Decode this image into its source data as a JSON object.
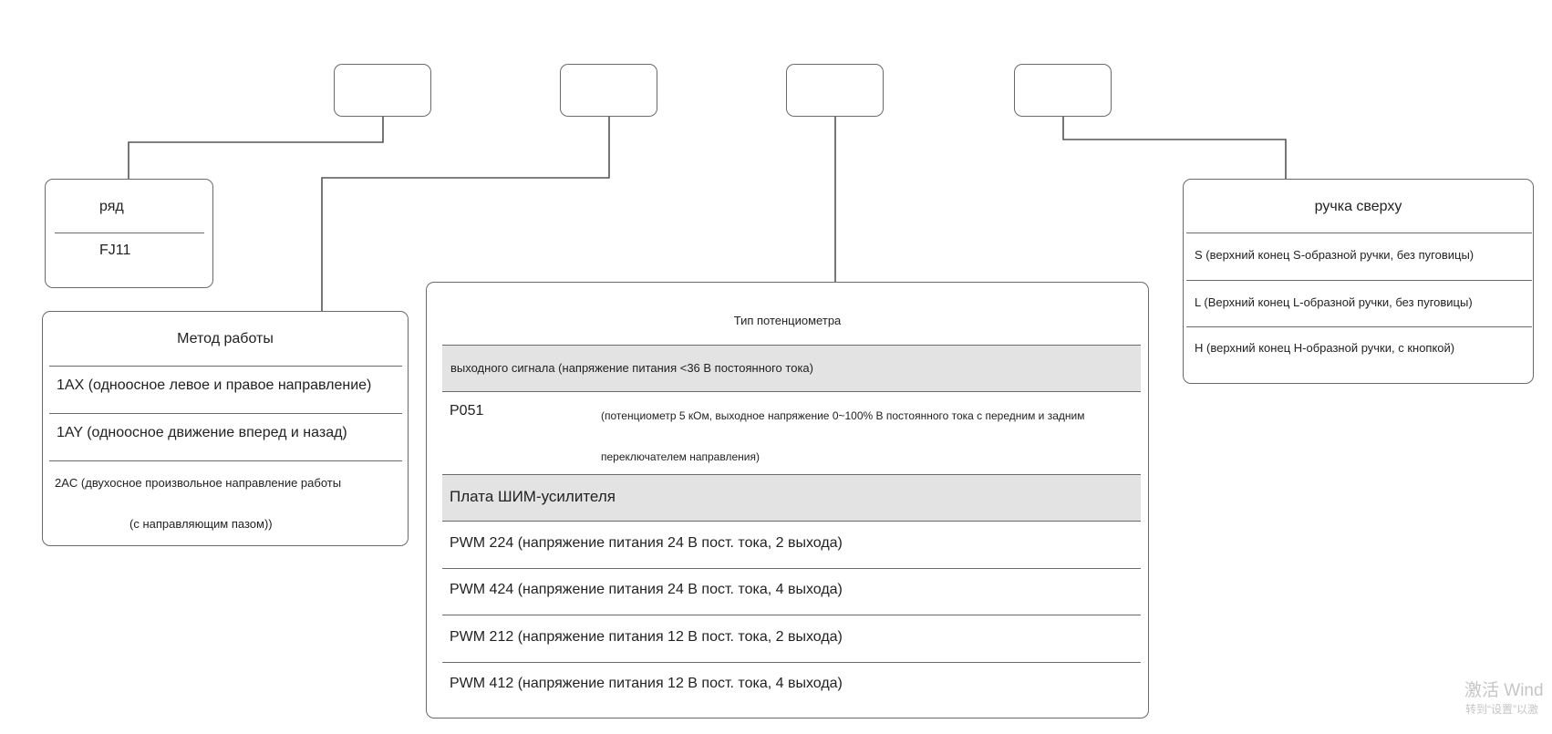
{
  "series_card": {
    "title": "ряд",
    "value": "FJ11"
  },
  "method_card": {
    "title": "Метод работы",
    "options": [
      "1AX (одноосное левое и правое направление)",
      "1AY (одноосное движение вперед и назад)"
    ],
    "option_2ac_line1": "2AC (двухосное произвольное направление работы",
    "option_2ac_line2": "(с направляющим пазом))"
  },
  "pot_card": {
    "title": "Тип потенциометра",
    "output_header": "выходного сигнала (напряжение питания <36 В постоянного тока)",
    "p051_code": "P051",
    "p051_desc_line1": "(потенциометр 5 кОм, выходное напряжение 0~100% В постоянного тока с передним и задним",
    "p051_desc_line2": "переключателем направления)",
    "pwm_header": "Плата ШИМ-усилителя",
    "pwm_options": [
      "PWM 224 (напряжение питания 24 В пост. тока, 2 выхода)",
      "PWM 424 (напряжение питания 24 В пост. тока, 4 выхода)",
      "PWM 212 (напряжение питания 12 В пост. тока, 2 выхода)",
      "PWM 412 (напряжение питания 12 В пост. тока, 4 выхода)"
    ]
  },
  "handle_card": {
    "title": "ручка сверху",
    "options": [
      "S (верхний конец S-образной ручки, без пуговицы)",
      "L (Верхний конец L-образной ручки, без пуговицы)",
      "H (верхний конец H-образной ручки, с кнопкой)"
    ]
  },
  "watermark": {
    "line1": "激活 Wind",
    "line2": "转到“设置”以激"
  }
}
